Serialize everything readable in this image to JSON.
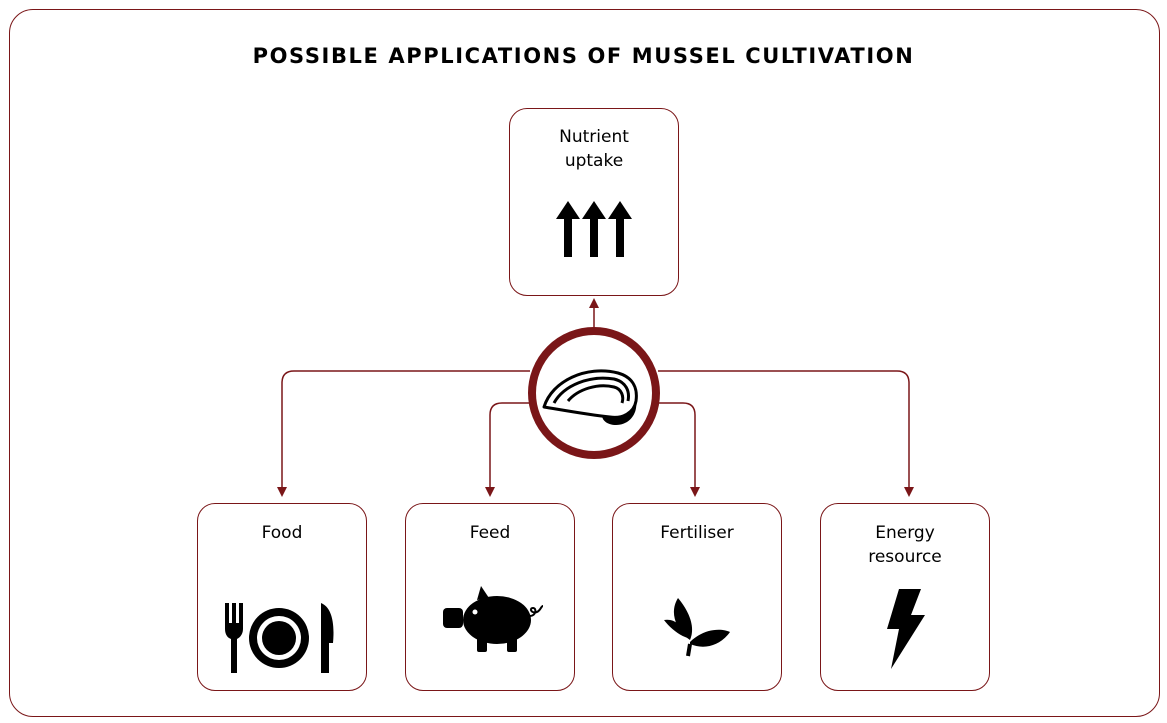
{
  "title": "POSSIBLE APPLICATIONS OF MUSSEL CULTIVATION",
  "colors": {
    "accent": "#7a1618",
    "icon": "#000000",
    "background": "#ffffff"
  },
  "center": {
    "icon": "mussel-icon"
  },
  "top_node": {
    "label_line1": "Nutrient",
    "label_line2": "uptake",
    "icon": "up-arrows-icon"
  },
  "bottom_nodes": [
    {
      "label_line1": "Food",
      "label_line2": "",
      "icon": "cutlery-plate-icon"
    },
    {
      "label_line1": "Feed",
      "label_line2": "",
      "icon": "pig-icon"
    },
    {
      "label_line1": "Fertiliser",
      "label_line2": "",
      "icon": "plant-leaf-icon"
    },
    {
      "label_line1": "Energy",
      "label_line2": "resource",
      "icon": "lightning-icon"
    }
  ]
}
